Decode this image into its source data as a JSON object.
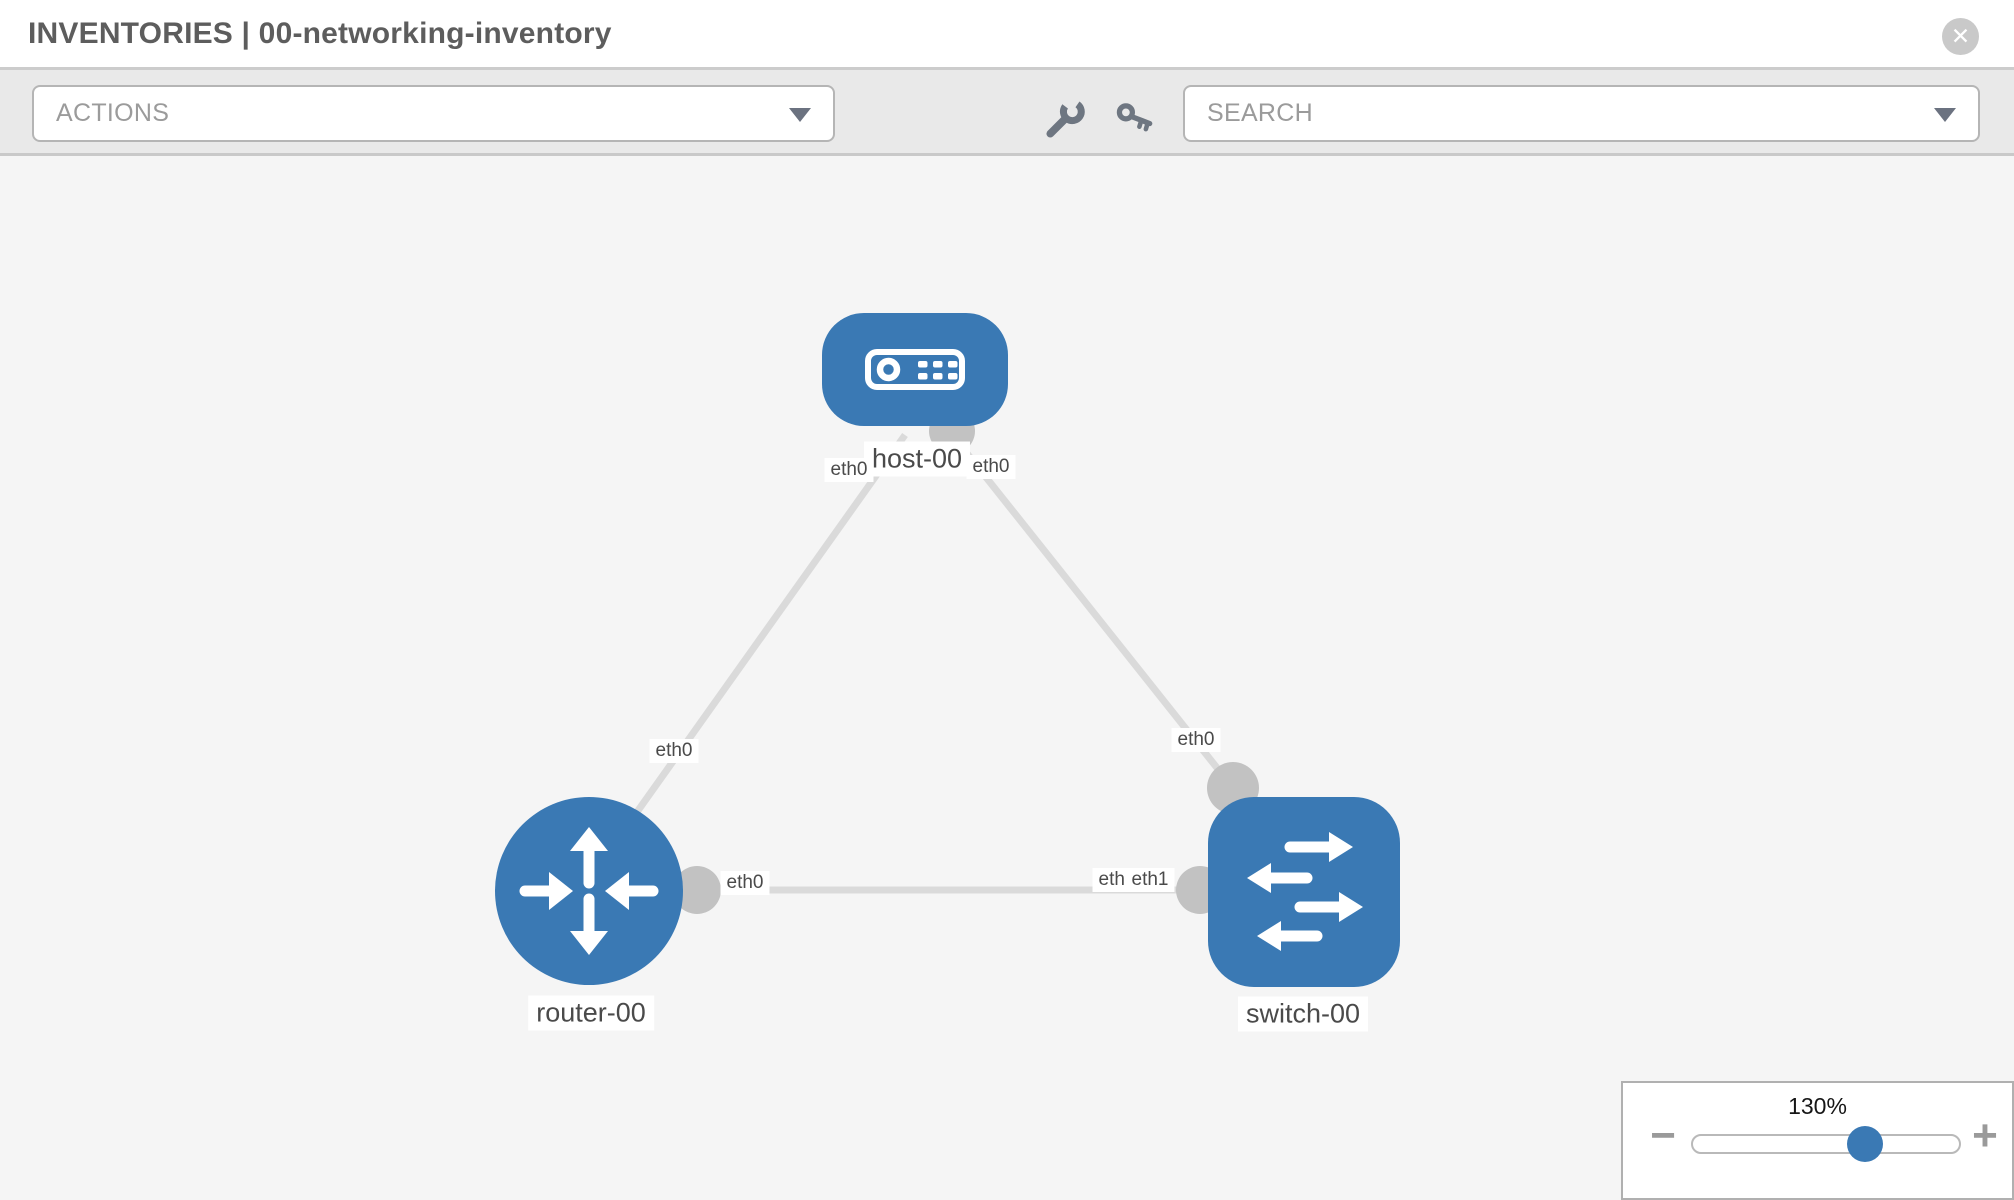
{
  "header": {
    "title": "INVENTORIES | 00-networking-inventory",
    "close_label": "✕"
  },
  "toolbar": {
    "actions_label": "ACTIONS",
    "search_placeholder": "SEARCH",
    "icons": [
      "wrench-icon",
      "key-icon"
    ]
  },
  "topology": {
    "nodes": [
      {
        "id": "host-00",
        "type": "host",
        "label": "host-00",
        "icon": "server-icon"
      },
      {
        "id": "router-00",
        "type": "router",
        "label": "router-00",
        "icon": "router-arrows-icon"
      },
      {
        "id": "switch-00",
        "type": "switch",
        "label": "switch-00",
        "icon": "switch-arrows-icon"
      }
    ],
    "links": [
      {
        "from": "host-00",
        "to": "router-00",
        "from_interface": "eth0",
        "to_interface": "eth0"
      },
      {
        "from": "host-00",
        "to": "switch-00",
        "from_interface": "eth0",
        "to_interface": "eth0"
      },
      {
        "from": "router-00",
        "to": "switch-00",
        "from_interface": "eth0",
        "to_interface": "eth1"
      }
    ],
    "interface_labels": [
      {
        "text": "eth0"
      },
      {
        "text": "eth0"
      },
      {
        "text": "eth0"
      },
      {
        "text": "eth0"
      },
      {
        "text": "eth0"
      },
      {
        "text": "eth0"
      },
      {
        "text": "eth1"
      }
    ]
  },
  "zoom_control": {
    "level": "130%",
    "minus_label": "−",
    "plus_label": "+"
  },
  "colors": {
    "node_blue": "#3a79b4",
    "link_gray": "#dadada",
    "port_gray": "#c2c2c2",
    "canvas_bg": "#f5f5f5",
    "toolbar_bg": "#e9e9e9"
  }
}
